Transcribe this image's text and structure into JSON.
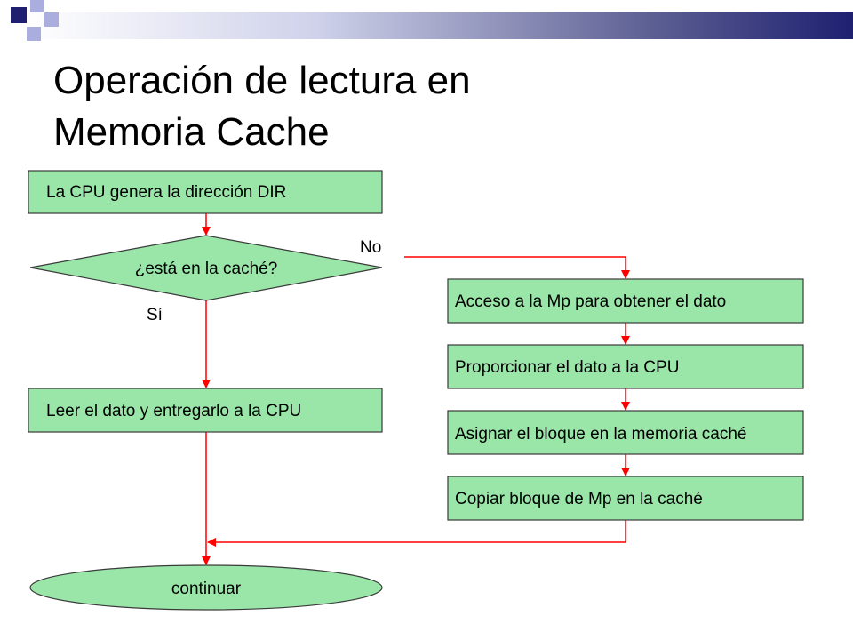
{
  "slide": {
    "title_line1": "Operación de lectura en",
    "title_line2": "Memoria Cache"
  },
  "colors": {
    "node_fill": "#99e6a8",
    "node_stroke": "#3a3a3a",
    "arrow": "#ff0000",
    "accent_dark": "#1f2070",
    "accent_light": "#9ea3d6"
  },
  "flowchart": {
    "start": "La CPU genera la dirección DIR",
    "decision": "¿está en la caché?",
    "label_no": "No",
    "label_yes": "Sí",
    "hit_action": "Leer el dato y entregarlo a la CPU",
    "miss_steps": [
      "Acceso a la Mp para obtener el dato",
      "Proporcionar el dato a la CPU",
      "Asignar el bloque en la memoria caché",
      "Copiar bloque de Mp en la caché"
    ],
    "end": "continuar"
  }
}
